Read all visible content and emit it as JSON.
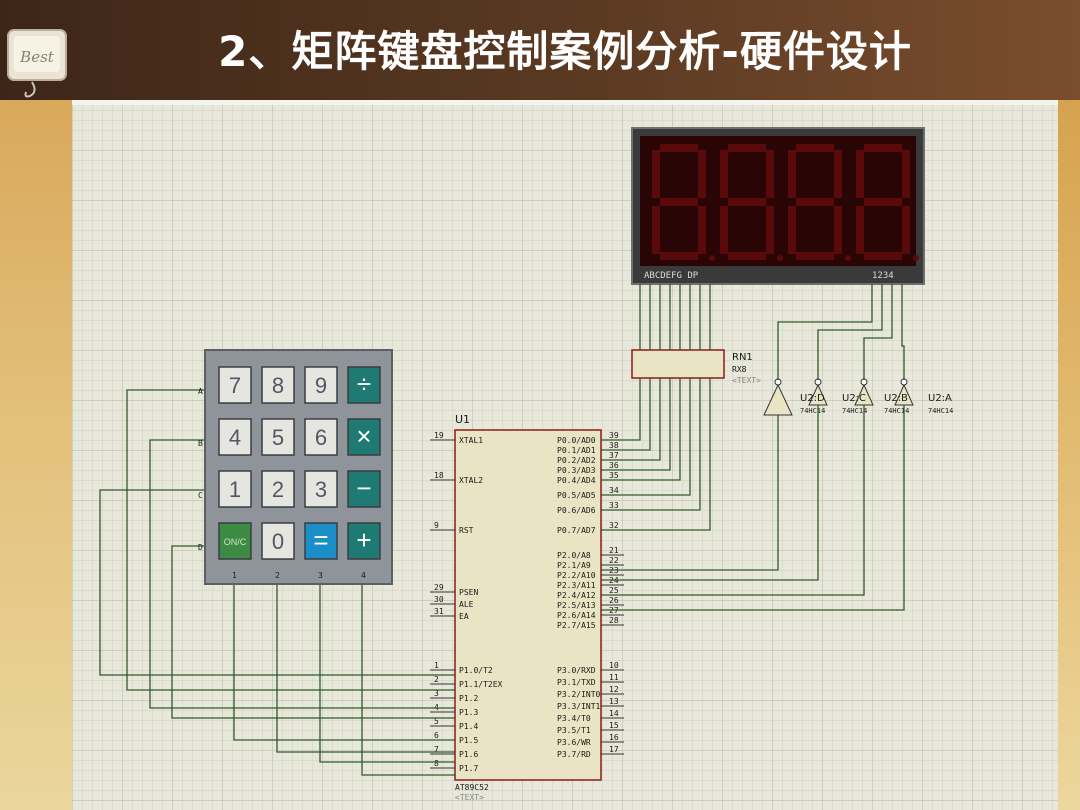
{
  "slide": {
    "title": "2、矩阵键盘控制案例分析-硬件设计",
    "logo_text": "Best"
  },
  "display": {
    "digits": [
      "8",
      "8",
      "8",
      "8"
    ],
    "segment_label": "ABCDEFG DP",
    "digit_label": "1234"
  },
  "resistor": {
    "ref": "RN1",
    "value": "RX8",
    "tag": "<TEXT>"
  },
  "drivers": [
    {
      "ref": "U2:D",
      "part": "74HC14"
    },
    {
      "ref": "U2:C",
      "part": "74HC14"
    },
    {
      "ref": "U2:B",
      "part": "74HC14"
    },
    {
      "ref": "U2:A",
      "part": "74HC14"
    }
  ],
  "mcu": {
    "ref": "U1",
    "part": "AT89C52",
    "tag": "<TEXT>",
    "left_pins": [
      {
        "num": "19",
        "name": "XTAL1"
      },
      {
        "num": "18",
        "name": "XTAL2"
      },
      {
        "num": "9",
        "name": "RST"
      },
      {
        "num": "29",
        "name": "PSEN"
      },
      {
        "num": "30",
        "name": "ALE"
      },
      {
        "num": "31",
        "name": "EA"
      },
      {
        "num": "1",
        "name": "P1.0/T2"
      },
      {
        "num": "2",
        "name": "P1.1/T2EX"
      },
      {
        "num": "3",
        "name": "P1.2"
      },
      {
        "num": "4",
        "name": "P1.3"
      },
      {
        "num": "5",
        "name": "P1.4"
      },
      {
        "num": "6",
        "name": "P1.5"
      },
      {
        "num": "7",
        "name": "P1.6"
      },
      {
        "num": "8",
        "name": "P1.7"
      }
    ],
    "right_pins": [
      {
        "num": "39",
        "name": "P0.0/AD0"
      },
      {
        "num": "38",
        "name": "P0.1/AD1"
      },
      {
        "num": "37",
        "name": "P0.2/AD2"
      },
      {
        "num": "36",
        "name": "P0.3/AD3"
      },
      {
        "num": "35",
        "name": "P0.4/AD4"
      },
      {
        "num": "34",
        "name": "P0.5/AD5"
      },
      {
        "num": "33",
        "name": "P0.6/AD6"
      },
      {
        "num": "32",
        "name": "P0.7/AD7"
      },
      {
        "num": "21",
        "name": "P2.0/A8"
      },
      {
        "num": "22",
        "name": "P2.1/A9"
      },
      {
        "num": "23",
        "name": "P2.2/A10"
      },
      {
        "num": "24",
        "name": "P2.3/A11"
      },
      {
        "num": "25",
        "name": "P2.4/A12"
      },
      {
        "num": "26",
        "name": "P2.5/A13"
      },
      {
        "num": "27",
        "name": "P2.6/A14"
      },
      {
        "num": "28",
        "name": "P2.7/A15"
      },
      {
        "num": "10",
        "name": "P3.0/RXD"
      },
      {
        "num": "11",
        "name": "P3.1/TXD"
      },
      {
        "num": "12",
        "name": "P3.2/INT0"
      },
      {
        "num": "13",
        "name": "P3.3/INT1"
      },
      {
        "num": "14",
        "name": "P3.4/T0"
      },
      {
        "num": "15",
        "name": "P3.5/T1"
      },
      {
        "num": "16",
        "name": "P3.6/WR"
      },
      {
        "num": "17",
        "name": "P3.7/RD"
      }
    ]
  },
  "keypad": {
    "rows": [
      "A",
      "B",
      "C",
      "D"
    ],
    "cols": [
      "1",
      "2",
      "3",
      "4"
    ],
    "keys": [
      [
        "7",
        "8",
        "9",
        "÷"
      ],
      [
        "4",
        "5",
        "6",
        "×"
      ],
      [
        "1",
        "2",
        "3",
        "−"
      ],
      [
        "ON/C",
        "0",
        "=",
        "+"
      ]
    ]
  },
  "colors": {
    "title_bar": "#5b3a22",
    "grid_bg": "#e8e8da",
    "wire": "#2f5a2a",
    "display_bg": "#2a0505",
    "segment": "#5a0a0a",
    "mcu_fill": "#e8e4c4",
    "mcu_border": "#8a1a1a",
    "keypad_body": "#8f949a",
    "key_teal": "#1f7a74",
    "key_green": "#3d8a45",
    "key_blue": "#1b8ec7"
  }
}
